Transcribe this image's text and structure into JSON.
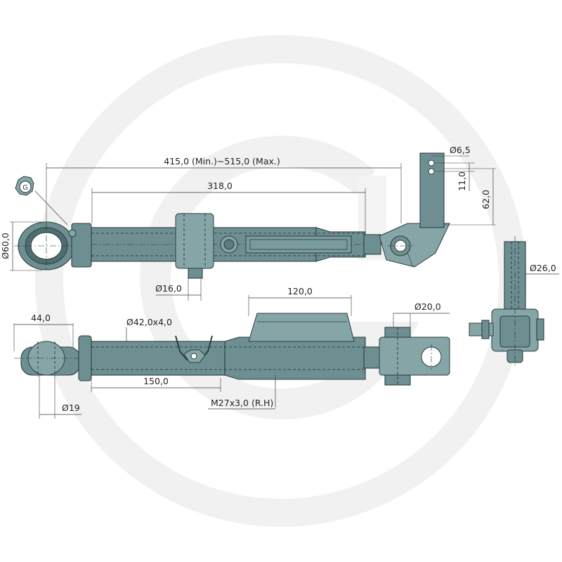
{
  "brand": {
    "logo_letter": "G",
    "watermark_color": "#f0f0f0"
  },
  "colors": {
    "steel": "#6e8f92",
    "steel_light": "#86a5a7",
    "steel_dark": "#4f6e71",
    "outline": "#2c3e40"
  },
  "dimensions": {
    "overall_length": "415,0 (Min.)~515,0 (Max.)",
    "tube_length": "318,0",
    "hole_diameter_top": "Ø6,5",
    "hole_spacing": "11,0",
    "bracket_height": "62,0",
    "ball_diameter": "Ø60,0",
    "lock_pin_diameter": "Ø16,0",
    "pin_diameter_side": "Ø26,0",
    "tube_diameter": "Ø42,0x4,0",
    "ball_width": "44,0",
    "spring_housing_length": "120,0",
    "clevis_pin_diameter": "Ø20,0",
    "thread_length": "150,0",
    "ball_hole_diameter": "Ø19",
    "thread_spec": "M27x3,0 (R.H)"
  }
}
